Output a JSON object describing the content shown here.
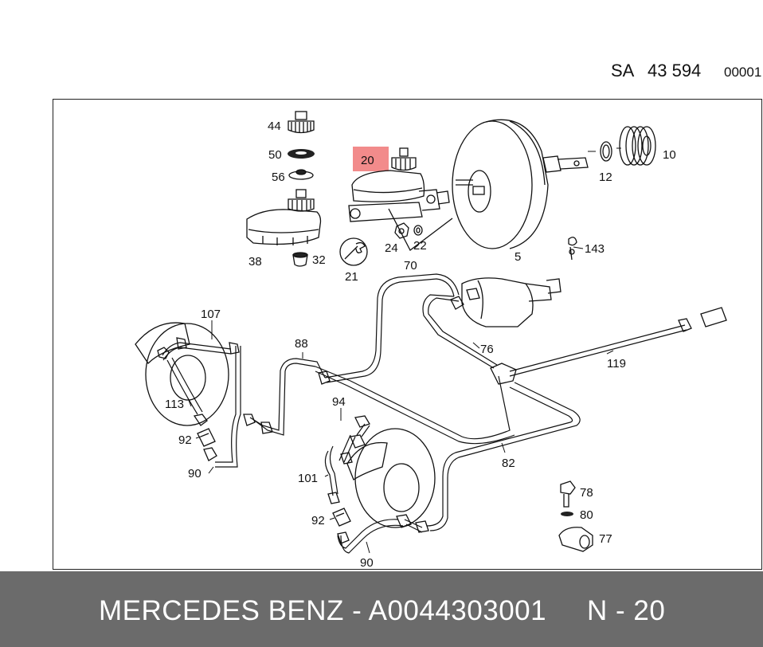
{
  "header": {
    "code_prefix": "SA",
    "code_number": "43 594",
    "sheet": "00001"
  },
  "highlight": {
    "label": "20",
    "color": "#f28b8b"
  },
  "callouts": {
    "c44": "44",
    "c50": "50",
    "c56": "56",
    "c38": "38",
    "c32": "32",
    "c24": "24",
    "c22": "22",
    "c21": "21",
    "c70": "70",
    "c5": "5",
    "c12": "12",
    "c10": "10",
    "c143": "143",
    "c107": "107",
    "c113": "113",
    "c88": "88",
    "c76": "76",
    "c119": "119",
    "c94": "94",
    "c92a": "92",
    "c90a": "90",
    "c101": "101",
    "c82": "82",
    "c78": "78",
    "c80": "80",
    "c92b": "92",
    "c77": "77",
    "c90b": "90"
  },
  "footer": {
    "brand": "MERCEDES BENZ - A0044303001",
    "ref": "N - 20",
    "background": "#6b6b6b"
  }
}
